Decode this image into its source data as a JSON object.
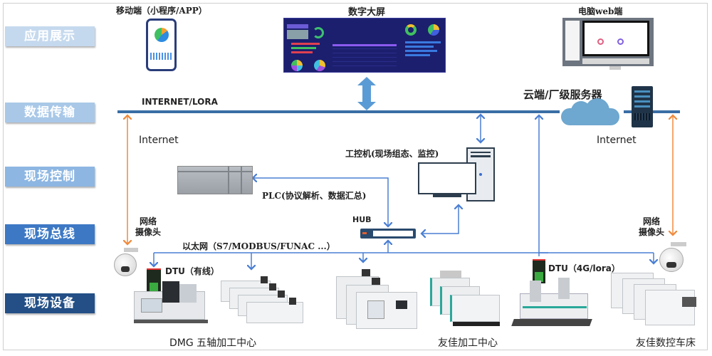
{
  "layers": [
    {
      "label": "应用展示",
      "color": "#c5d9ee"
    },
    {
      "label": "数据传输",
      "color": "#a9c8e8"
    },
    {
      "label": "现场控制",
      "color": "#8db6e2"
    },
    {
      "label": "现场总线",
      "color": "#3d78c4"
    },
    {
      "label": "现场设备",
      "color": "#234f86"
    }
  ],
  "apps": {
    "mobile": "移动端（小程序/APP）",
    "bigscreen": "数字大屏",
    "web": "电脑web端"
  },
  "transport": {
    "bus_label": "INTERNET/LORA",
    "cloud_label": "云端/厂级服务器",
    "internet_left": "Internet",
    "internet_right": "Internet"
  },
  "control": {
    "ipc": "工控机(现场组态、监控)",
    "plc": "PLC(协议解析、数据汇总)",
    "hub": "HUB"
  },
  "fieldbus": {
    "ethernet": "以太网（S7/MODBUS/FUNAC ...）",
    "camera_left": "网络\n摄像头",
    "camera_right": "网络\n摄像头",
    "dtu_wired": "DTU（有线）",
    "dtu_wireless": "DTU（4G/lora）"
  },
  "devices": {
    "dmg": "DMG 五轴加工中心",
    "youjia_mc": "友佳加工中心",
    "youjia_lathe": "友佳数控车床"
  },
  "colors": {
    "bus": "#3a6ea5",
    "link": "#4a7fd4",
    "internet_link": "#f08a3c",
    "cloud": "#6ea7cf"
  }
}
